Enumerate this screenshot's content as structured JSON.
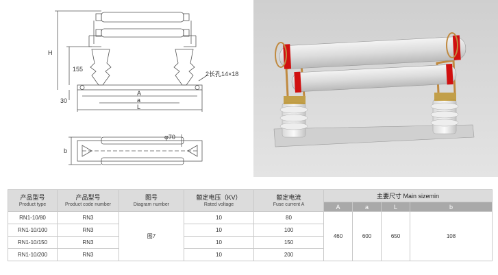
{
  "drawing": {
    "labels": {
      "H": "H",
      "h155": "155",
      "h30": "30",
      "slot": "2长孔14×18",
      "A": "A",
      "a": "a",
      "L": "L",
      "b": "b",
      "phi": "φ70"
    }
  },
  "table": {
    "headers": {
      "product_type_cn": "产品型号",
      "product_type_en": "Product type",
      "product_code_cn": "产品型号",
      "product_code_en": "Product code number",
      "diagram_cn": "图号",
      "diagram_en": "Diagram number",
      "voltage_cn": "额定电压（KV）",
      "voltage_en": "Rated voltage",
      "current_cn": "额定电流",
      "current_en": "Fuse current A",
      "main_size": "主要尺寸 Main sizemin",
      "sub": [
        "A",
        "a",
        "L",
        "b"
      ]
    },
    "rows": [
      {
        "type": "RN1-10/80",
        "code": "RN3",
        "voltage": "10",
        "current": "80"
      },
      {
        "type": "RN1-10/100",
        "code": "RN3",
        "voltage": "10",
        "current": "100"
      },
      {
        "type": "RN1-10/150",
        "code": "RN3",
        "voltage": "10",
        "current": "150"
      },
      {
        "type": "RN1-10/200",
        "code": "RN3",
        "voltage": "10",
        "current": "200"
      }
    ],
    "diagram": "图7",
    "sizes": {
      "A": "460",
      "a": "600",
      "L": "650",
      "b": "108"
    }
  }
}
